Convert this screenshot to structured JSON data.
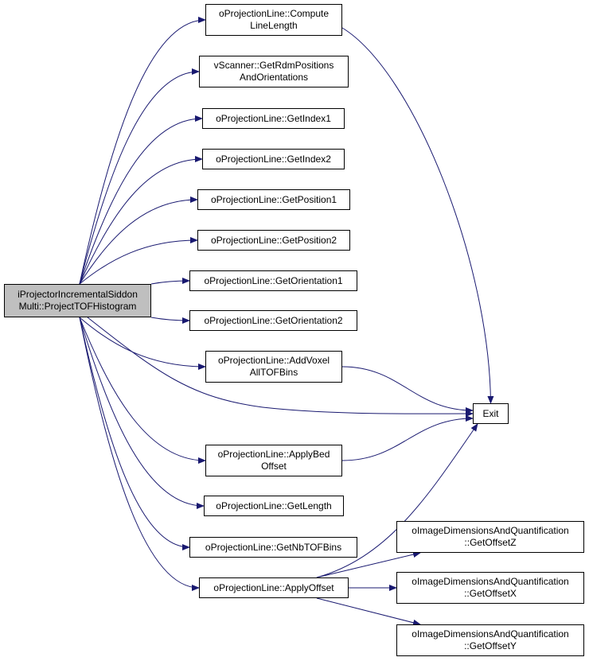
{
  "graph": {
    "edge_color": "#191970",
    "root": {
      "lines": [
        "iProjectorIncrementalSiddon",
        "Multi::ProjectTOFHistogram"
      ],
      "fill": "#bfbfbf"
    },
    "nodes": [
      {
        "id": "compute-line-length",
        "lines": [
          "oProjectionLine::Compute",
          "LineLength"
        ]
      },
      {
        "id": "get-rdm-positions",
        "lines": [
          "vScanner::GetRdmPositions",
          "AndOrientations"
        ]
      },
      {
        "id": "get-index1",
        "lines": [
          "oProjectionLine::GetIndex1"
        ]
      },
      {
        "id": "get-index2",
        "lines": [
          "oProjectionLine::GetIndex2"
        ]
      },
      {
        "id": "get-position1",
        "lines": [
          "oProjectionLine::GetPosition1"
        ]
      },
      {
        "id": "get-position2",
        "lines": [
          "oProjectionLine::GetPosition2"
        ]
      },
      {
        "id": "get-orientation1",
        "lines": [
          "oProjectionLine::GetOrientation1"
        ]
      },
      {
        "id": "get-orientation2",
        "lines": [
          "oProjectionLine::GetOrientation2"
        ]
      },
      {
        "id": "add-voxel-all-tof-bins",
        "lines": [
          "oProjectionLine::AddVoxel",
          "AllTOFBins"
        ]
      },
      {
        "id": "exit",
        "lines": [
          "Exit"
        ]
      },
      {
        "id": "apply-bed-offset",
        "lines": [
          "oProjectionLine::ApplyBed",
          "Offset"
        ]
      },
      {
        "id": "get-length",
        "lines": [
          "oProjectionLine::GetLength"
        ]
      },
      {
        "id": "get-nb-tof-bins",
        "lines": [
          "oProjectionLine::GetNbTOFBins"
        ]
      },
      {
        "id": "apply-offset",
        "lines": [
          "oProjectionLine::ApplyOffset"
        ]
      },
      {
        "id": "get-offset-z",
        "lines": [
          "oImageDimensionsAndQuantification",
          "::GetOffsetZ"
        ]
      },
      {
        "id": "get-offset-x",
        "lines": [
          "oImageDimensionsAndQuantification",
          "::GetOffsetX"
        ]
      },
      {
        "id": "get-offset-y",
        "lines": [
          "oImageDimensionsAndQuantification",
          "::GetOffsetY"
        ]
      }
    ],
    "edges": [
      [
        "root",
        "compute-line-length"
      ],
      [
        "root",
        "get-rdm-positions"
      ],
      [
        "root",
        "get-index1"
      ],
      [
        "root",
        "get-index2"
      ],
      [
        "root",
        "get-position1"
      ],
      [
        "root",
        "get-position2"
      ],
      [
        "root",
        "get-orientation1"
      ],
      [
        "root",
        "get-orientation2"
      ],
      [
        "root",
        "add-voxel-all-tof-bins"
      ],
      [
        "root",
        "exit"
      ],
      [
        "root",
        "apply-bed-offset"
      ],
      [
        "root",
        "get-length"
      ],
      [
        "root",
        "get-nb-tof-bins"
      ],
      [
        "root",
        "apply-offset"
      ],
      [
        "compute-line-length",
        "exit"
      ],
      [
        "add-voxel-all-tof-bins",
        "exit"
      ],
      [
        "apply-bed-offset",
        "exit"
      ],
      [
        "apply-offset",
        "exit"
      ],
      [
        "apply-offset",
        "get-offset-z"
      ],
      [
        "apply-offset",
        "get-offset-x"
      ],
      [
        "apply-offset",
        "get-offset-y"
      ]
    ]
  }
}
